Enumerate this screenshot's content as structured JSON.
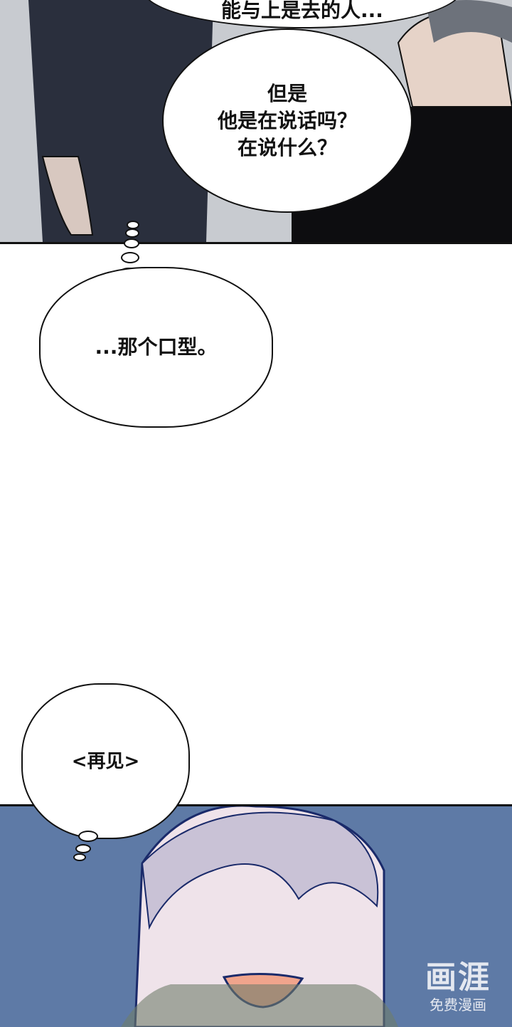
{
  "panel_top": {
    "bubble_clipped": "能与上是去的人...",
    "bubble_main": [
      "但是",
      "他是在说话吗？",
      "在说什么？"
    ]
  },
  "thought_1": "...那个口型。",
  "thought_2": "<再见>",
  "watermark": {
    "logo": "画涯",
    "subtitle": "免费漫画"
  },
  "colors": {
    "panel_bottom_bg": "#5e7aa6",
    "ink": "#111111"
  }
}
